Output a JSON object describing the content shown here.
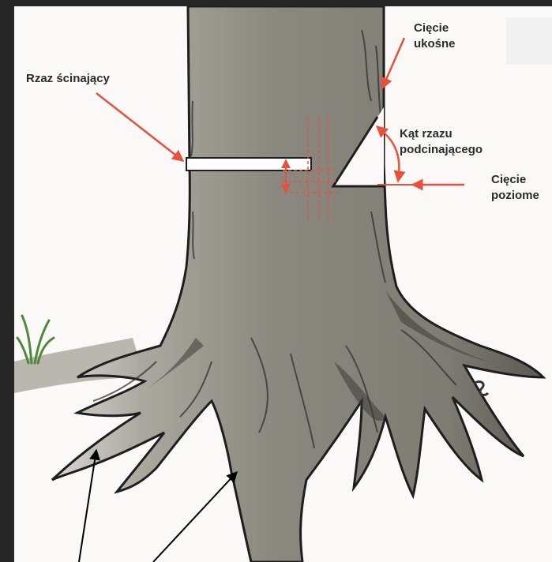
{
  "labels": {
    "felling_cut": "Rzaz ścinający",
    "oblique_cut_line1": "Cięcie",
    "oblique_cut_line2": "ukośne",
    "notch_angle_line1": "Kąt rzazu",
    "notch_angle_line2": "podcinającego",
    "horizontal_cut_line1": "Cięcie",
    "horizontal_cut_line2": "poziome"
  },
  "colors": {
    "background": "#fbf9f7",
    "frame": "#262626",
    "trunk": "#8e8c82",
    "outline": "#1e1e1e",
    "arrow_red": "#e8503c",
    "label_text": "#2b2b2b",
    "pointer_arrows": "#000000"
  }
}
